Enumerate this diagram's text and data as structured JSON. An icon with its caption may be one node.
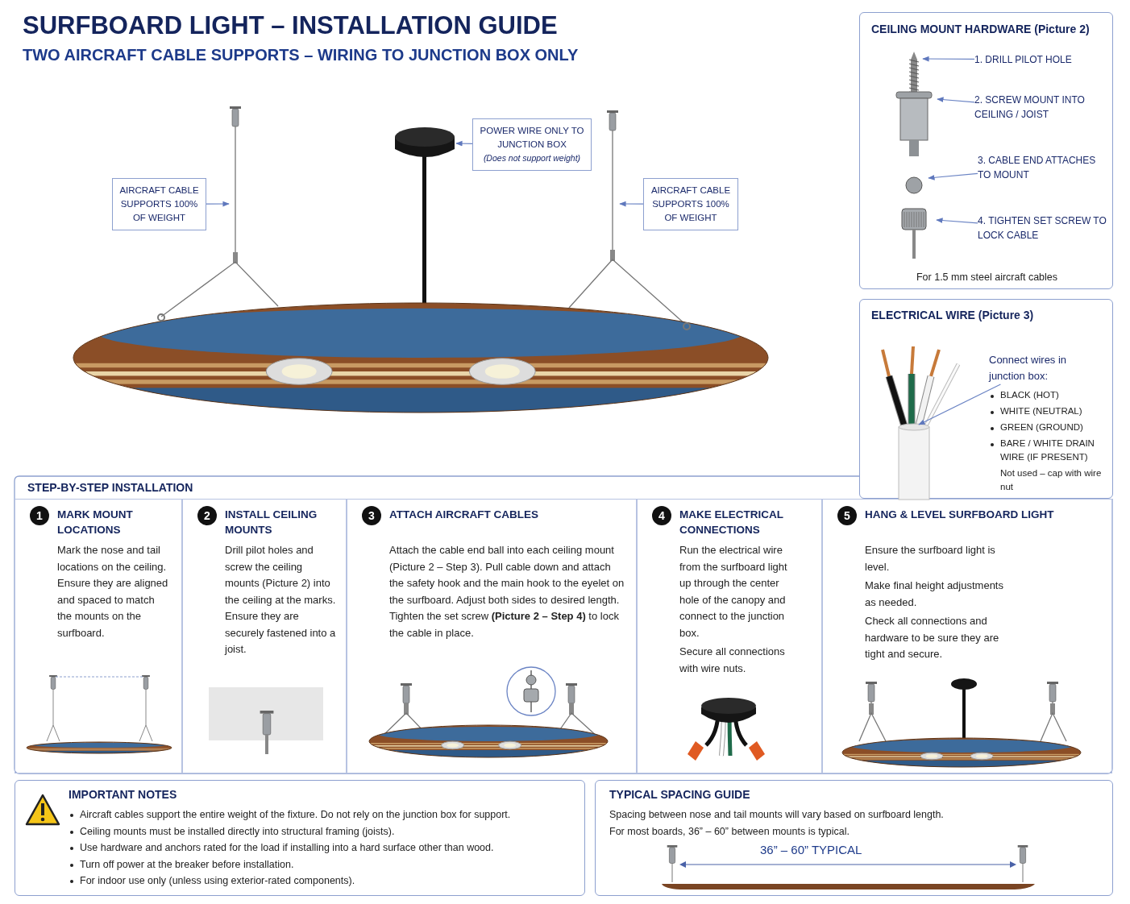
{
  "diagram": {
    "title": "SURFBOARD LIGHT – INSTALLATION GUIDE",
    "nodes": [
      {
        "text": [
          "AIRCRAFT CABLE SUPPORTS 100% OF WEIGHT"
        ]
      },
      {
        "text": [
          "POWER WIRE ONLY TO JUNCTION BOX",
          "(Does not support weight)"
        ]
      },
      {
        "text": [
          "AIRCRAFT CABLE SUPPORTS 100% OF WEIGHT"
        ]
      },
      {
        "text": [
          "**CEILING MOUNT HARDWARE** (Picture 2)",
          "For 1.5 mm steel aircraft cables"
        ]
      },
      {
        "text": [
          "1. DRILL PILOT HOLE"
        ],
        "in": 3
      },
      {
        "text": [
          "2. SCREW MOUNT INTO CEILING / JOIST"
        ],
        "in": 3
      },
      {
        "text": [
          "3. CABLE END ATTACHES TO MOUNT"
        ],
        "in": 3
      },
      {
        "text": [
          "4. TIGHTEN SET SCREW TO LOCK CABLE"
        ],
        "in": 3
      },
      {
        "text": [
          "**ELECTRICAL WIRE** (Picture 3)",
          "BLACK (HOT)",
          "WHITE (NEUTRAL)",
          "GREEN (GROUND)",
          "BARE / WHITE DRAIN WIRE (IF PRESENT)",
          "Not used – cap with wire nut"
        ]
      },
      {
        "text": [
          "Connect wires in junction box:"
        ],
        "in": 8
      },
      {
        "text": [
          "STEP-BY-STEP INSTALLATION"
        ]
      },
      {
        "text": [
          "1",
          "MARK MOUNT LOCATIONS",
          "Mark the nose and tail locations on the ceiling. Ensure they are aligned and spaced to match the mounts on the surfboard."
        ],
        "in": 10
      },
      {
        "text": [
          "2",
          "INSTALL CEILING MOUNTS",
          "Drill pilot holes and screw the ceiling mounts (Picture 2) into the ceiling at the marks. Ensure they are securely fastened into a joist."
        ],
        "in": 10
      },
      {
        "text": [
          "3",
          "ATTACH AIRCRAFT CABLES",
          "Attach the cable end ball into each ceiling mount (Picture 2 – Step 3). Pull cable down and attach the safety hook and the main hook to the eyelet on the surfboard. Adjust both sides to desired length. Tighten the set screw **(Picture 2 – Step 4)** to lock the cable in place."
        ],
        "in": 10
      },
      {
        "text": [
          "4",
          "MAKE ELECTRICAL CONNECTIONS",
          "Run the electrical wire from the surfboard light up through the center hole of the canopy and connect to the junction box.",
          "Secure all connections with wire nuts."
        ],
        "in": 10
      },
      {
        "text": [
          "5",
          "HANG & LEVEL SURFBOARD LIGHT",
          "Ensure the surfboard light is level.",
          "Make final height adjustments as needed.",
          "Check all connections and hardware to be sure they are tight and secure."
        ],
        "in": 10
      },
      {
        "text": [
          "IMPORTANT NOTES",
          "Aircraft cables support the entire weight of the fixture. Do not rely on the junction box for support.",
          "Ceiling mounts must be installed directly into structural framing (joists).",
          "Use hardware and anchors rated for the load if installing into a hard surface other than wood.",
          "Turn off power at the breaker before installation.",
          "For indoor use only (unless using exterior-rated components)."
        ]
      },
      {
        "text": [
          "TYPICAL SPACING GUIDE",
          "Spacing between nose and tail mounts will vary based on surfboard length.",
          "For most boards, 36” – 60” between mounts is typical."
        ]
      }
    ],
    "edges": [
      {
        "from": 0,
        "to": null,
        "arrow": "to"
      },
      {
        "from": 1,
        "to": null,
        "arrow": "to"
      },
      {
        "from": 2,
        "to": null,
        "arrow": "to"
      },
      {
        "from": 4,
        "to": null,
        "arrow": "to"
      },
      {
        "from": 5,
        "to": null,
        "arrow": "to"
      },
      {
        "from": 6,
        "to": null,
        "arrow": "to"
      },
      {
        "from": 7,
        "to": null,
        "arrow": "to"
      },
      {
        "from": 9,
        "to": null,
        "arrow": "to"
      }
    ],
    "labels": [
      "TWO AIRCRAFT CABLE SUPPORTS – WIRING TO JUNCTION BOX ONLY",
      "36” – 60” TYPICAL"
    ]
  }
}
